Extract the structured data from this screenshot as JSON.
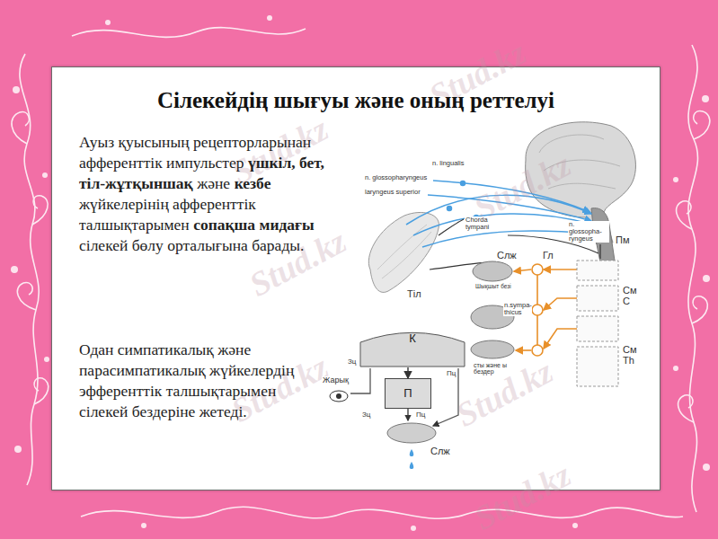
{
  "diagram": {
    "title": "Сілекейдің шығуы және оның реттелуі",
    "nodes": [
      {
        "text": [
          "К"
        ]
      },
      {
        "text": [
          "П"
        ]
      }
    ],
    "edges": [
      {
        "from": 0,
        "to": 1,
        "arrow": "to"
      }
    ],
    "labels": [
      "Ауыз қуысының рецепторларынан афференттік импульстер",
      "үшкіл, бет, тіл-жұтқыншақ",
      "және",
      "кезбе",
      "жүйкелерінің афференттік талшықтарымен",
      "сопақша мидағы",
      "сілекей бөлу орталығына барады.",
      "Одан симпатикалық және парасимпатикалық жүйкелердің эфференттік талшықтарымен сілекей бездеріне жетеді.",
      "n. lingualis",
      "n. glossopharyngeus",
      "laryngeus superior",
      "Chorda tympani",
      "n. glossopha- ryngeus",
      "Пм",
      "Слж",
      "Гл",
      "Тіл",
      "Шықшыт безі",
      "n.sympa- thicus",
      "См С",
      "См Th",
      "сты және ы бездер",
      "Жарық",
      "Зц",
      "Пц",
      "Зц",
      "Пц",
      "Слж",
      "Stud.kz",
      "Stud.kz",
      "Stud.kz",
      "Stud.kz",
      "Stud.kz",
      "Stud.kz",
      "Stud.kz"
    ]
  }
}
